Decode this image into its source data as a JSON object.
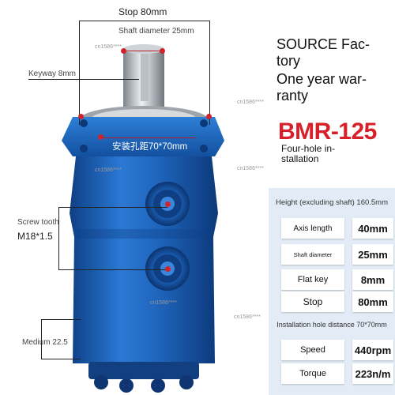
{
  "dimensions": {
    "stop": "Stop 80mm",
    "shaft_diameter": "Shaft diameter 25mm",
    "keyway": "Keyway 8mm",
    "hole_spacing": "安装孔距70*70mm",
    "screw_tooth": "Screw tooth",
    "screw_spec": "M18*1.5",
    "medium": "Medium 22.5"
  },
  "promo": {
    "source_line1": "SOURCE Fac-",
    "source_line2": "tory",
    "warranty_line1": "One year war-",
    "warranty_line2": "ranty",
    "model": "BMR-125",
    "install_line1": "Four-hole in-",
    "install_line2": "stallation"
  },
  "specs": {
    "height": "Height (excluding shaft) 160.5mm",
    "rows": [
      {
        "label": "Axis length",
        "value": "40mm"
      },
      {
        "label": "Shaft diameter",
        "value": "25mm"
      },
      {
        "label": "Flat key",
        "value": "8mm"
      },
      {
        "label": "Stop",
        "value": "80mm"
      }
    ],
    "install_distance": "Installation hole distance 70*70mm",
    "rows2": [
      {
        "label": "Speed",
        "value": "440rpm"
      },
      {
        "label": "Torque",
        "value": "223n/m"
      }
    ]
  },
  "colors": {
    "motor_blue": "#1d62b8",
    "accent_red": "#d6212a",
    "panel_bg": "#e3ecf6"
  }
}
